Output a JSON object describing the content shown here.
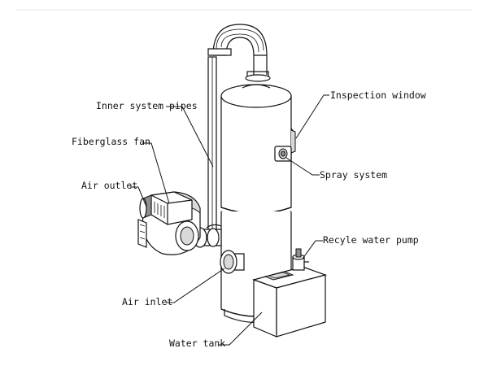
{
  "labels": {
    "inner_system_pipes": "Inner system pipes",
    "fiberglass_fan": "Fiberglass fan",
    "air_outlet": "Air outlet",
    "air_inlet": "Air inlet",
    "water_tank": "Water tank",
    "inspection_window": "Inspection window",
    "spray_system": "Spray system",
    "recycle_water_pump": "Recyle water pump"
  },
  "colors": {
    "ink": "#111111",
    "shade": "#d9d9d9",
    "dark_shade": "#8f8f8f"
  }
}
